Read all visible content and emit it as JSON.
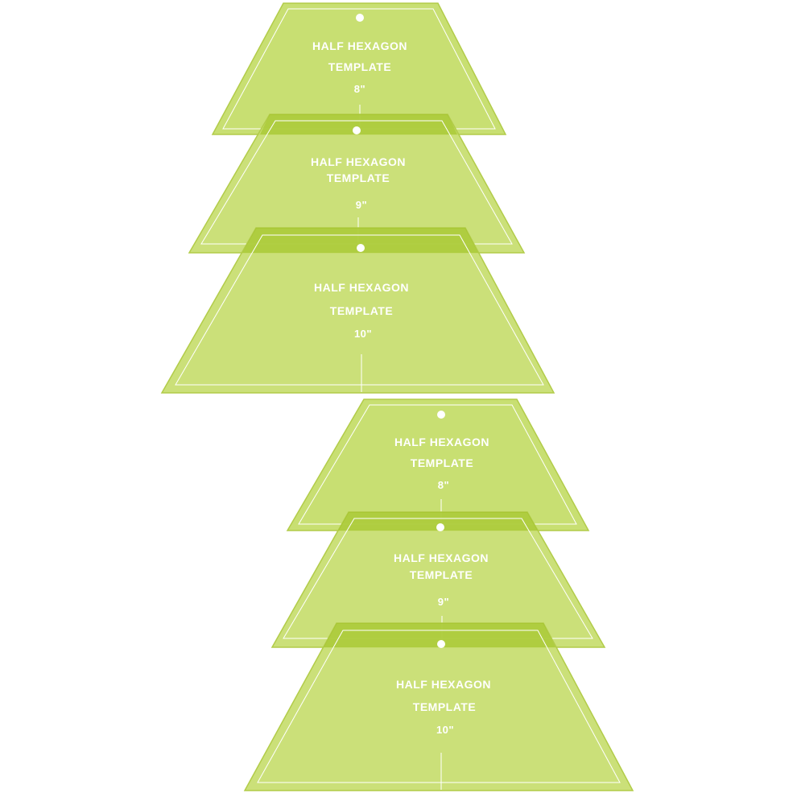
{
  "colors": {
    "background": "#ffffff",
    "acrylic_fill": "#c5dd6a",
    "acrylic_edge": "#b2cc49",
    "overlap_fill": "#9cbf1e",
    "guide_line": "#ffffff",
    "label_text": "#ffffff"
  },
  "product": {
    "sets": [
      {
        "templates": [
          {
            "title": "HALF HEXAGON",
            "subtitle": "TEMPLATE",
            "size": "8\""
          },
          {
            "title": "HALF HEXAGON",
            "subtitle": "TEMPLATE",
            "size": "9\""
          },
          {
            "title": "HALF HEXAGON",
            "subtitle": "TEMPLATE",
            "size": "10\""
          }
        ]
      },
      {
        "templates": [
          {
            "title": "HALF HEXAGON",
            "subtitle": "TEMPLATE",
            "size": "8\""
          },
          {
            "title": "HALF HEXAGON",
            "subtitle": "TEMPLATE",
            "size": "9\""
          },
          {
            "title": "HALF HEXAGON",
            "subtitle": "TEMPLATE",
            "size": "10\""
          }
        ]
      }
    ]
  }
}
